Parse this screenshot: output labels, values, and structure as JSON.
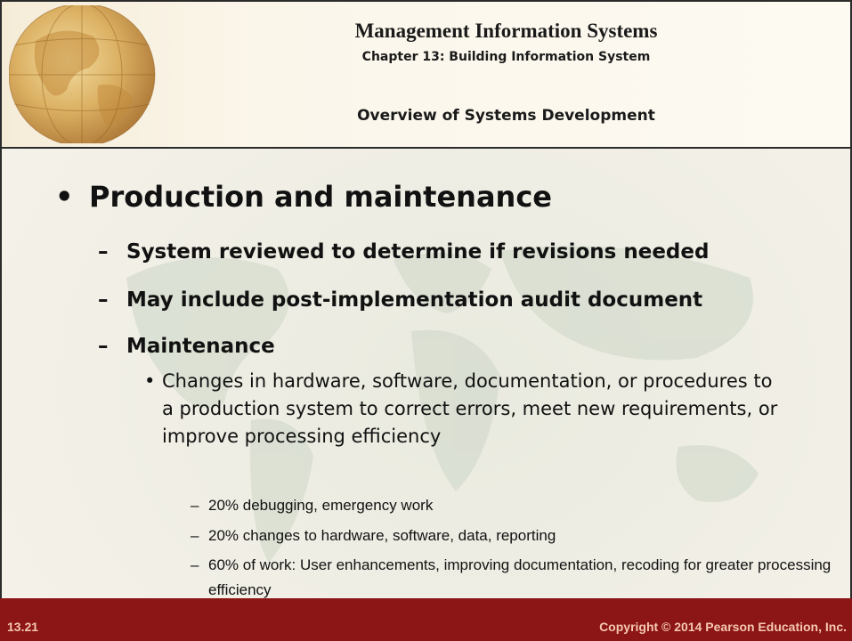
{
  "header": {
    "title": "Management Information Systems",
    "chapter": "Chapter 13: Building Information System",
    "section": "Overview of Systems Development"
  },
  "content": {
    "heading": "Production and maintenance",
    "points": [
      "System reviewed to determine if revisions needed",
      "May include post-implementation audit document",
      "Maintenance"
    ],
    "maintenance_definition": "Changes in hardware, software, documentation, or procedures to a production system to correct errors, meet new requirements, or improve processing efficiency",
    "breakdown": [
      "20% debugging, emergency work",
      "20% changes to hardware, software, data, reporting",
      "60% of work: User enhancements, improving documentation, recoding for greater processing efficiency"
    ]
  },
  "footer": {
    "page": "13.21",
    "copyright": "Copyright © 2014 Pearson Education, Inc."
  },
  "icons": [
    "globe-icon",
    "world-map-watermark"
  ],
  "colors": {
    "footer_bg": "#8c1515",
    "footer_text": "#f5c8b0"
  }
}
